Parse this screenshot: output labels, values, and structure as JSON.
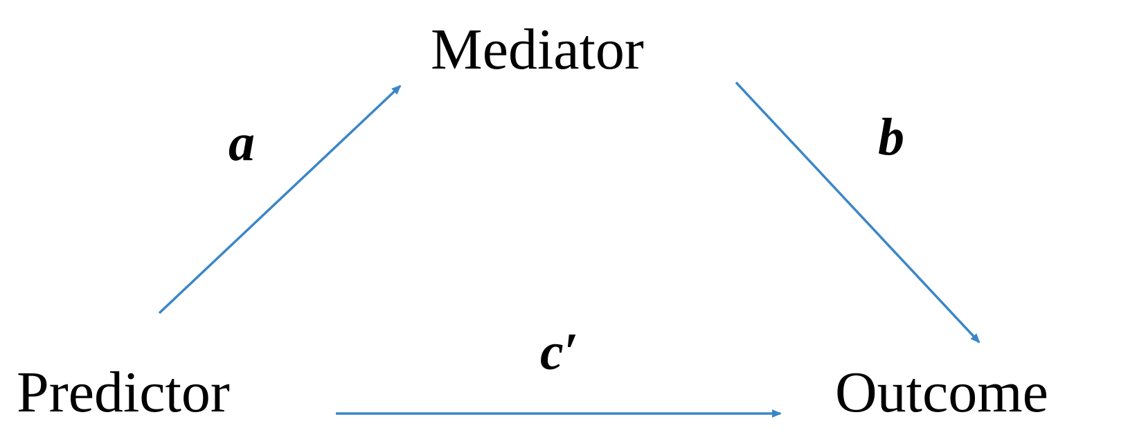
{
  "nodes": {
    "mediator": "Mediator",
    "predictor": "Predictor",
    "outcome": "Outcome"
  },
  "paths": {
    "a": "a",
    "b": "b",
    "c_prime": "c′"
  },
  "colors": {
    "arrow": "#3a86c8",
    "text": "#000000"
  }
}
